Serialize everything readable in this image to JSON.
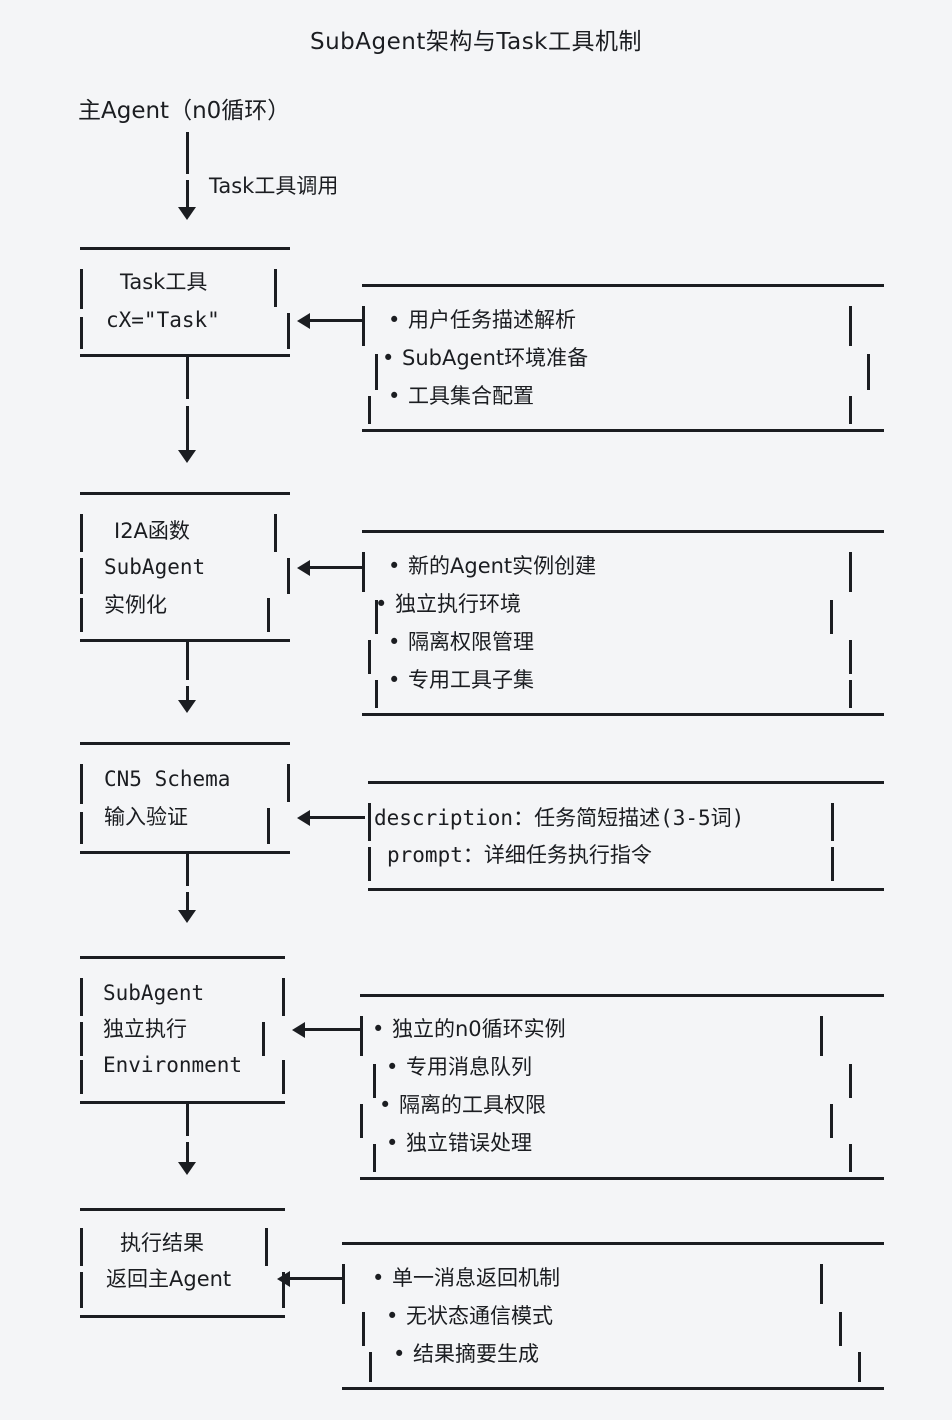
{
  "diagram": {
    "title": "SubAgent架构与Task工具机制",
    "background_color": "#f4f5f7",
    "ink_color": "#1b1d21",
    "root": {
      "label": "主Agent（n0循环）",
      "edge_caption": "Task工具调用"
    },
    "stages": [
      {
        "id": "task-tool",
        "node_lines": [
          "Task工具",
          "cX=\"Task\""
        ],
        "detail_kind": "bullets",
        "details": [
          "用户任务描述解析",
          "SubAgent环境准备",
          "工具集合配置"
        ]
      },
      {
        "id": "i2a-instantiate",
        "node_lines": [
          "I2A函数",
          "SubAgent",
          "实例化"
        ],
        "detail_kind": "bullets",
        "details": [
          "新的Agent实例创建",
          "独立执行环境",
          "隔离权限管理",
          "专用工具子集"
        ]
      },
      {
        "id": "schema-validate",
        "node_lines": [
          "CN5 Schema",
          "输入验证"
        ],
        "detail_kind": "plain",
        "details": [
          "description：任务简短描述(3-5词)",
          "prompt：详细任务执行指令"
        ]
      },
      {
        "id": "subagent-env",
        "node_lines": [
          "SubAgent",
          "独立执行",
          "Environment"
        ],
        "detail_kind": "bullets",
        "details": [
          "独立的n0循环实例",
          "专用消息队列",
          "隔离的工具权限",
          "独立错误处理"
        ]
      },
      {
        "id": "result-return",
        "node_lines": [
          "执行结果",
          "返回主Agent"
        ],
        "detail_kind": "bullets",
        "details": [
          "单一消息返回机制",
          "无状态通信模式",
          "结果摘要生成"
        ]
      }
    ]
  }
}
